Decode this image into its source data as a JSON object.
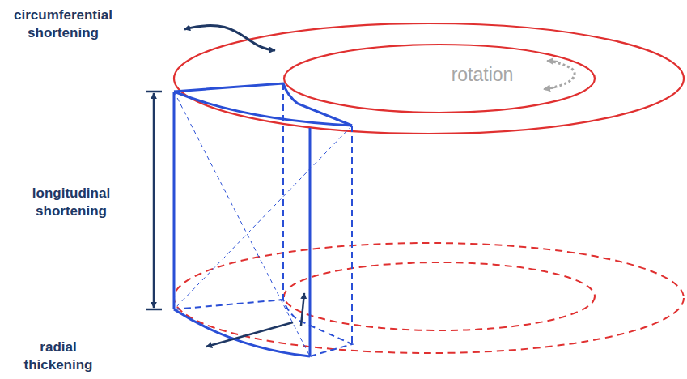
{
  "diagram": {
    "labels": [
      "circumferential shortening",
      "rotation",
      "longitudinal shortening",
      "radial thickening"
    ]
  }
}
